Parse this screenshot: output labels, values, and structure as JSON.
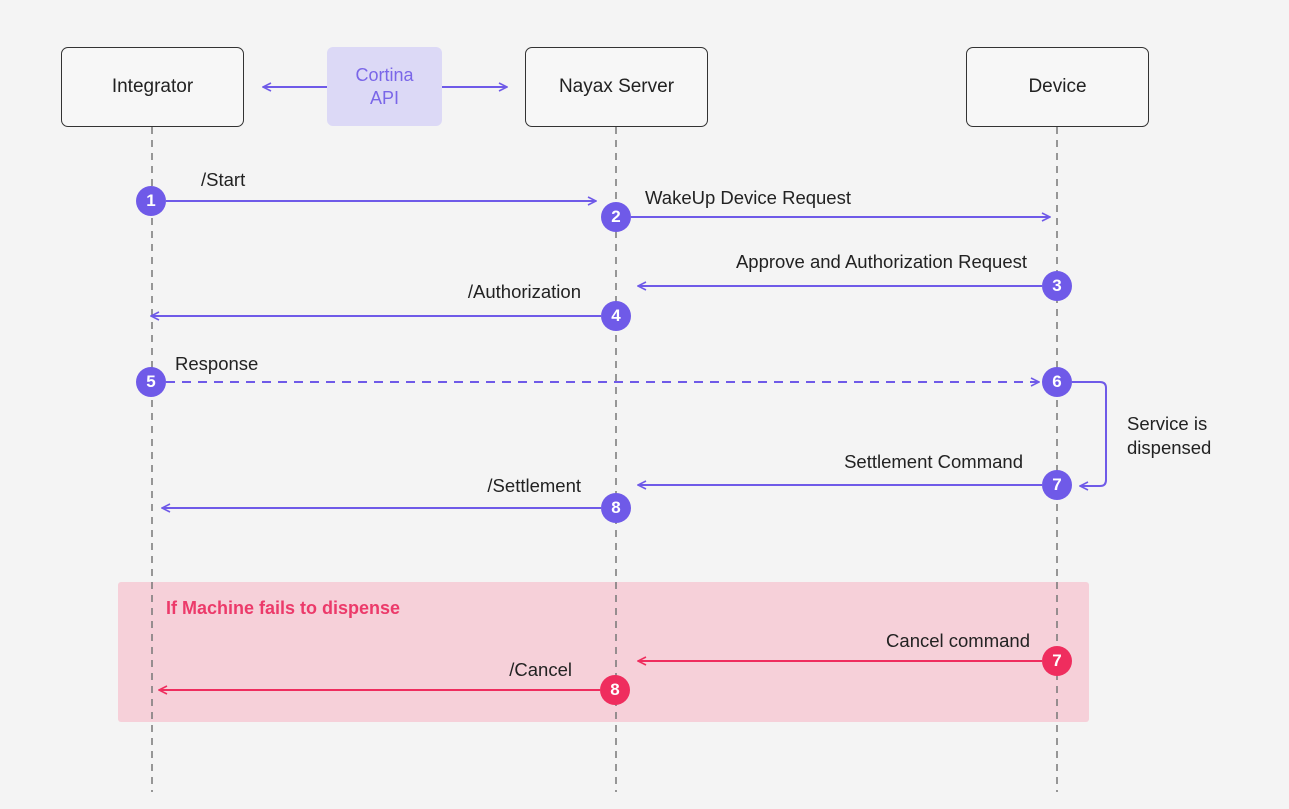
{
  "actors": {
    "integrator": "Integrator",
    "nayax_server": "Nayax Server",
    "device": "Device"
  },
  "api": {
    "line1": "Cortina",
    "line2": "API"
  },
  "messages": {
    "start": "/Start",
    "wakeup": "WakeUp Device Request",
    "approve": "Approve and Authorization Request",
    "authorization": "/Authorization",
    "response": "Response",
    "settlement_command": "Settlement Command",
    "settlement": "/Settlement",
    "cancel_command": "Cancel command",
    "cancel": "/Cancel"
  },
  "note": {
    "line1": "Service is",
    "line2": "dispensed"
  },
  "fail_zone": {
    "title": "If Machine fails to dispense"
  },
  "steps": [
    "1",
    "2",
    "3",
    "4",
    "5",
    "6",
    "7",
    "8",
    "7",
    "8"
  ],
  "colors": {
    "accent": "#6f5ae8",
    "alert": "#ef2d5e",
    "api_fill": "#dcd9f6",
    "fail_zone_fill": "#f6d0d9"
  }
}
